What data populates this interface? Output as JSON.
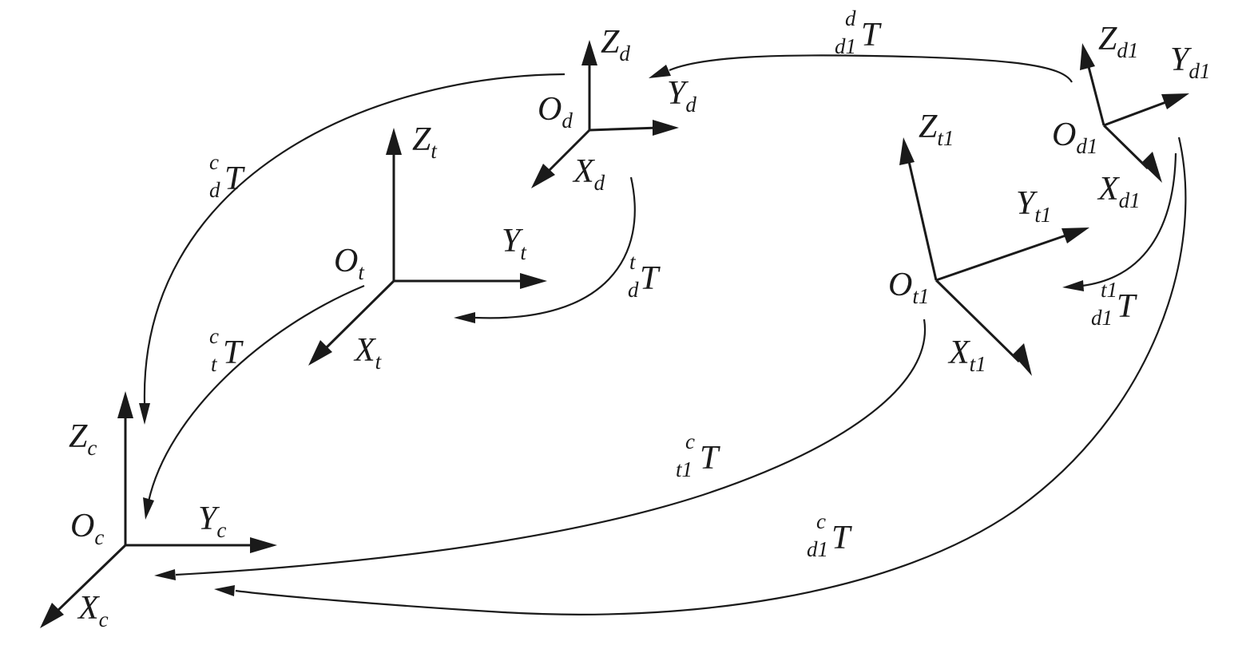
{
  "frames": {
    "camera": {
      "origin": {
        "base": "O",
        "sub": "c"
      },
      "axes": {
        "x": {
          "base": "X",
          "sub": "c"
        },
        "y": {
          "base": "Y",
          "sub": "c"
        },
        "z": {
          "base": "Z",
          "sub": "c"
        }
      }
    },
    "target": {
      "origin": {
        "base": "O",
        "sub": "t"
      },
      "axes": {
        "x": {
          "base": "X",
          "sub": "t"
        },
        "y": {
          "base": "Y",
          "sub": "t"
        },
        "z": {
          "base": "Z",
          "sub": "t"
        }
      }
    },
    "desired": {
      "origin": {
        "base": "O",
        "sub": "d"
      },
      "axes": {
        "x": {
          "base": "X",
          "sub": "d"
        },
        "y": {
          "base": "Y",
          "sub": "d"
        },
        "z": {
          "base": "Z",
          "sub": "d"
        }
      }
    },
    "target1": {
      "origin": {
        "base": "O",
        "sub": "t1"
      },
      "axes": {
        "x": {
          "base": "X",
          "sub": "t1"
        },
        "y": {
          "base": "Y",
          "sub": "t1"
        },
        "z": {
          "base": "Z",
          "sub": "t1"
        }
      }
    },
    "desired1": {
      "origin": {
        "base": "O",
        "sub": "d1"
      },
      "axes": {
        "x": {
          "base": "X",
          "sub": "d1"
        },
        "y": {
          "base": "Y",
          "sub": "d1"
        },
        "z": {
          "base": "Z",
          "sub": "d1"
        }
      }
    }
  },
  "transforms": {
    "d_to_c": {
      "base": "T",
      "sup": "c",
      "sub": "d"
    },
    "t_to_c": {
      "base": "T",
      "sup": "c",
      "sub": "t"
    },
    "d_to_t": {
      "base": "T",
      "sup": "t",
      "sub": "d"
    },
    "d1_to_d": {
      "base": "T",
      "sup": "d",
      "sub": "d1"
    },
    "d1_to_t1": {
      "base": "T",
      "sup": "t1",
      "sub": "d1"
    },
    "t1_to_c": {
      "base": "T",
      "sup": "c",
      "sub": "t1"
    },
    "d1_to_c": {
      "base": "T",
      "sup": "c",
      "sub": "d1"
    }
  }
}
